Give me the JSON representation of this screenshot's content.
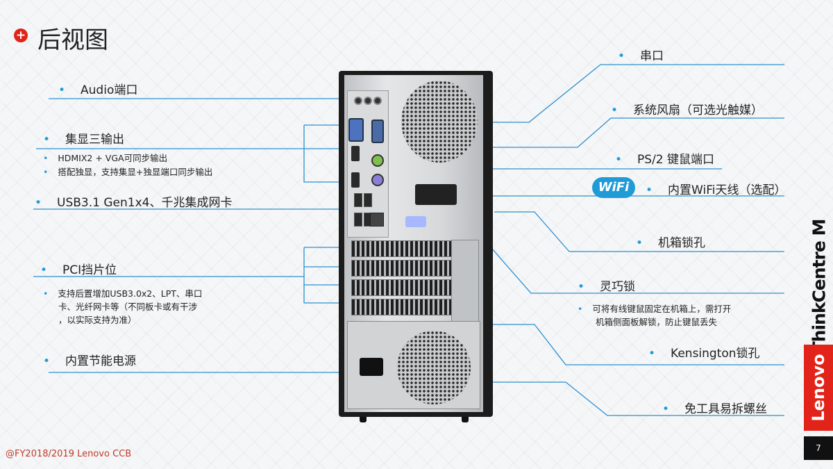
{
  "title": "后视图",
  "left_labels": {
    "audio": "Audio端口",
    "display": "集显三输出",
    "display_sub1": "HDMIX2 + VGA可同步输出",
    "display_sub2": "搭配独显，支持集显+独显端口同步输出",
    "usb": "USB3.1 Gen1x4、千兆集成网卡",
    "pci": "PCI挡片位",
    "pci_sub1": "支持后置增加USB3.0x2、LPT、串口",
    "pci_sub2": "卡、光纤网卡等（不同板卡或有干涉",
    "pci_sub3": "，以实际支持为准）",
    "psu": "内置节能电源"
  },
  "right_labels": {
    "serial": "串口",
    "fan": "系统风扇（可选光触媒）",
    "ps2": "PS/2 键鼠端口",
    "wifi": "内置WiFi天线（选配）",
    "chassis_lock": "机箱锁孔",
    "smart_lock": "灵巧锁",
    "smart_lock_sub1": "可将有线键鼠固定在机箱上，需打开",
    "smart_lock_sub2": "机箱侧面板解锁，防止键鼠丢失",
    "kensington": "Kensington锁孔",
    "screws": "免工具易拆螺丝"
  },
  "wifi_badge": "WiFi",
  "brand": {
    "lenovo": "Lenovo",
    "thinkcentre": "ThinkCentre M"
  },
  "footer": "@FY2018/2019  Lenovo CCB",
  "page_number": "7",
  "colors": {
    "accent_blue": "#1f9bd7",
    "brand_red": "#e2231a"
  },
  "icons": {
    "title_bullet": "plus-circle-icon",
    "bullet": "bullet-dot-icon"
  }
}
